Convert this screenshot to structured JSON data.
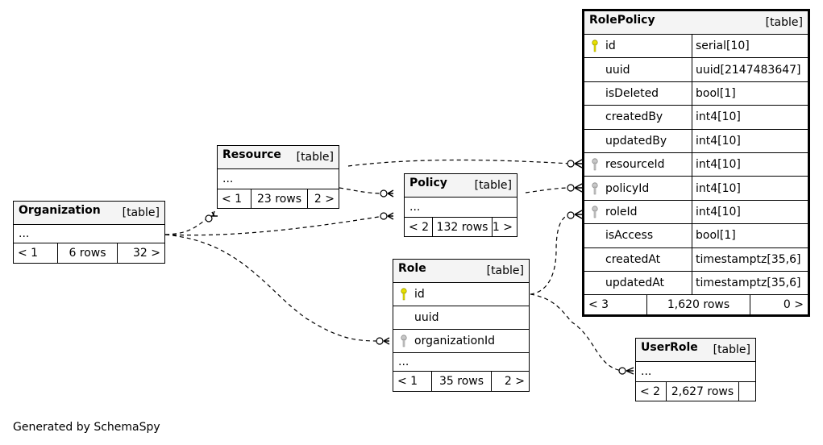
{
  "title_text": "Generated by SchemaSpy",
  "tables": {
    "organization": {
      "name": "Organization",
      "tag": "[table]",
      "ellipsis": "...",
      "prev": "< 1",
      "rows": "6 rows",
      "next": "32 >"
    },
    "resource": {
      "name": "Resource",
      "tag": "[table]",
      "ellipsis": "...",
      "prev": "< 1",
      "rows": "23 rows",
      "next": "2 >"
    },
    "policy": {
      "name": "Policy",
      "tag": "[table]",
      "ellipsis": "...",
      "prev": "< 2",
      "rows": "132 rows",
      "next": "1 >"
    },
    "role": {
      "name": "Role",
      "tag": "[table]",
      "columns": [
        {
          "name": "id",
          "key": "primary"
        },
        {
          "name": "uuid",
          "key": "none"
        },
        {
          "name": "organizationId",
          "key": "foreign"
        }
      ],
      "ellipsis": "...",
      "prev": "< 1",
      "rows": "35 rows",
      "next": "2 >"
    },
    "userrole": {
      "name": "UserRole",
      "tag": "[table]",
      "ellipsis": "...",
      "prev": "< 2",
      "rows": "2,627 rows",
      "next": ""
    },
    "rolepolicy": {
      "name": "RolePolicy",
      "tag": "[table]",
      "columns": [
        {
          "name": "id",
          "type": "serial[10]",
          "key": "primary"
        },
        {
          "name": "uuid",
          "type": "uuid[2147483647]",
          "key": "none"
        },
        {
          "name": "isDeleted",
          "type": "bool[1]",
          "key": "none"
        },
        {
          "name": "createdBy",
          "type": "int4[10]",
          "key": "none"
        },
        {
          "name": "updatedBy",
          "type": "int4[10]",
          "key": "none"
        },
        {
          "name": "resourceId",
          "type": "int4[10]",
          "key": "foreign"
        },
        {
          "name": "policyId",
          "type": "int4[10]",
          "key": "foreign"
        },
        {
          "name": "roleId",
          "type": "int4[10]",
          "key": "foreign"
        },
        {
          "name": "isAccess",
          "type": "bool[1]",
          "key": "none"
        },
        {
          "name": "createdAt",
          "type": "timestamptz[35,6]",
          "key": "none"
        },
        {
          "name": "updatedAt",
          "type": "timestamptz[35,6]",
          "key": "none"
        }
      ],
      "prev": "< 3",
      "rows": "1,620 rows",
      "next": "0 >"
    }
  },
  "colors": {
    "primary_key": "#e8e000",
    "foreign_key": "#b0b0b0",
    "header_bg": "#f4f4f4"
  }
}
